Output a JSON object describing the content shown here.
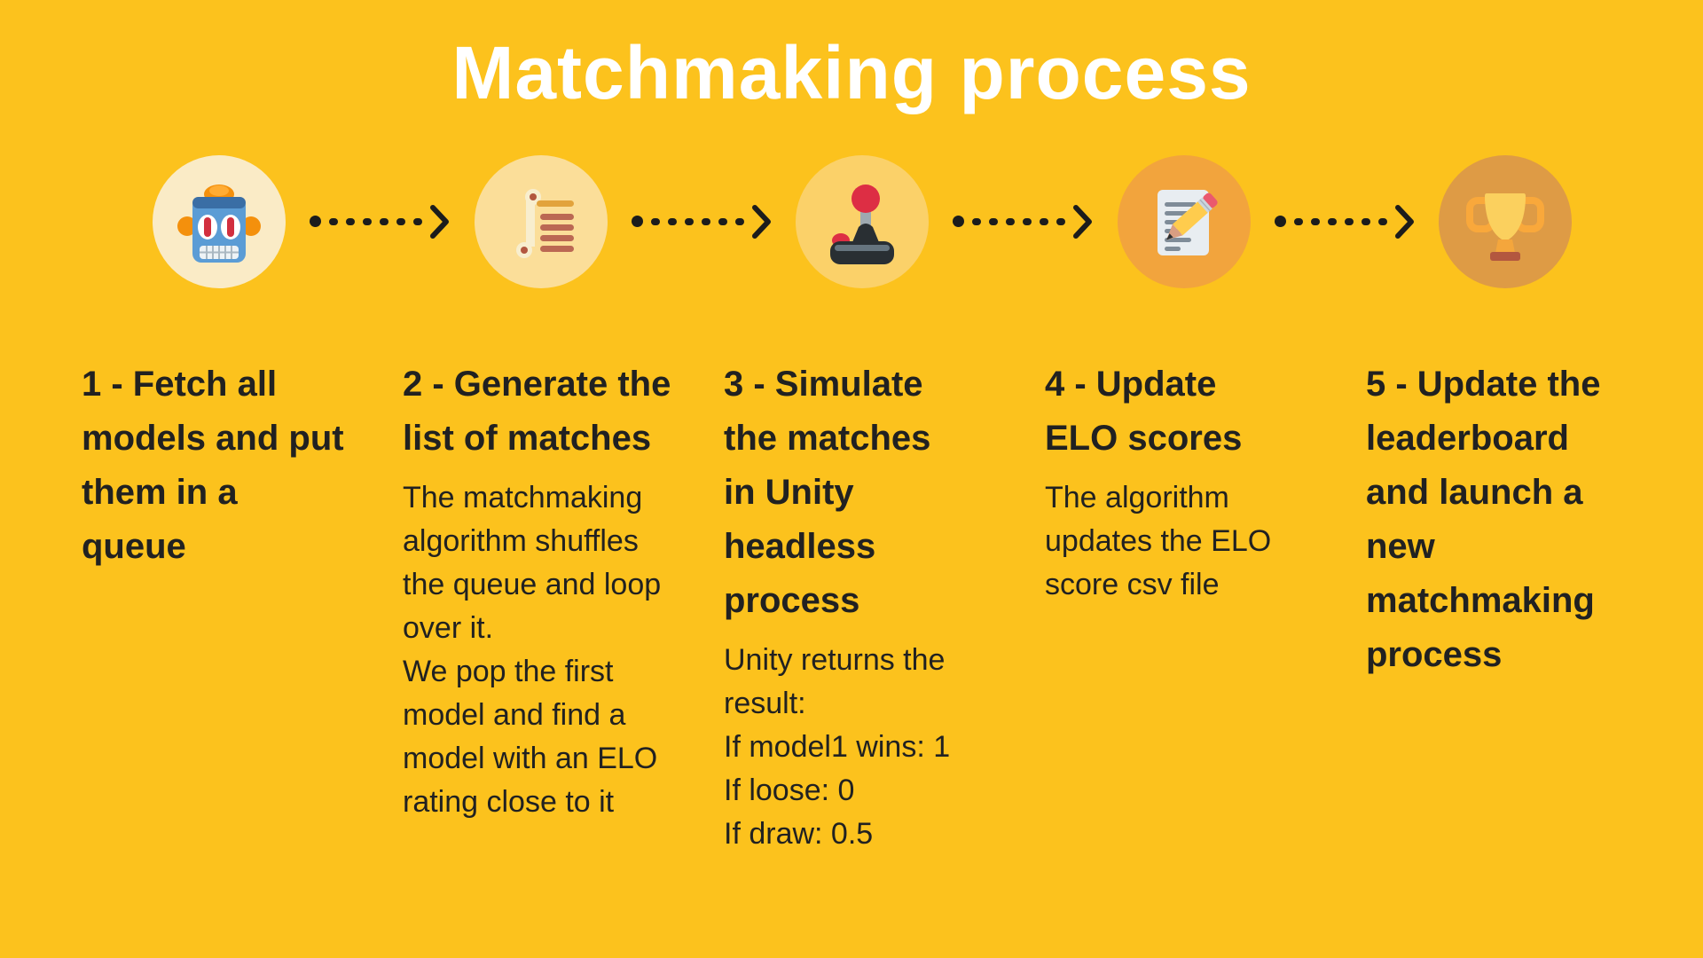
{
  "title": "Matchmaking process",
  "colors": {
    "background": "#FCC21D",
    "title_text": "#FFFFFF",
    "body_text": "#212121",
    "arrow": "#1C1C1C",
    "step_circle_fills": [
      "#FAEBC6",
      "#FBDE99",
      "#FBD169",
      "#F2A43D",
      "#DE9B45"
    ]
  },
  "steps": [
    {
      "icon": "robot-icon",
      "heading_lines": [
        "1 - Fetch all",
        "models and put",
        "them in a",
        "queue"
      ],
      "body_lines": []
    },
    {
      "icon": "scroll-list-icon",
      "heading_lines": [
        "2 - Generate the",
        "list of matches"
      ],
      "body_lines": [
        "The matchmaking",
        "algorithm shuffles",
        "the queue and loop",
        "over it.",
        "We pop the first",
        "model and find a",
        "model with an ELO",
        "rating close to it"
      ]
    },
    {
      "icon": "joystick-icon",
      "heading_lines": [
        "3 - Simulate",
        "the matches",
        "in Unity",
        "headless",
        "process"
      ],
      "body_lines": [
        "Unity returns the",
        "result:",
        "If model1 wins: 1",
        "If loose: 0",
        "If draw: 0.5"
      ]
    },
    {
      "icon": "memo-pencil-icon",
      "heading_lines": [
        "4 - Update",
        "ELO scores"
      ],
      "body_lines": [
        "The algorithm",
        "updates the ELO",
        "score csv file"
      ]
    },
    {
      "icon": "trophy-icon",
      "heading_lines": [
        "5 - Update the",
        "leaderboard",
        "and launch a",
        "new",
        "matchmaking",
        "process"
      ],
      "body_lines": []
    }
  ]
}
